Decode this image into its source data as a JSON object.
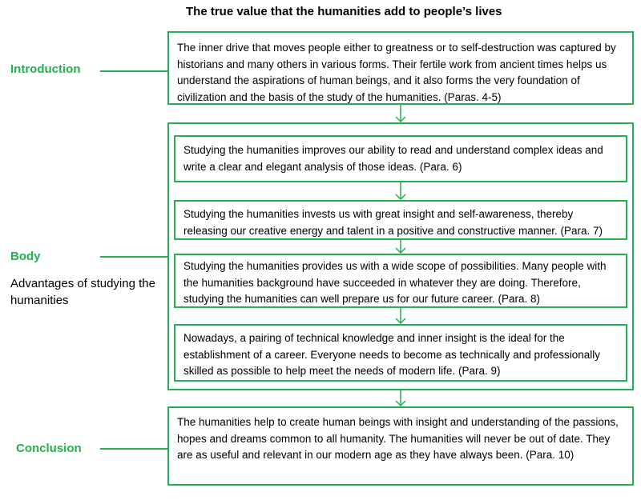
{
  "title": "The true value that the humanities add to people’s lives",
  "colors": {
    "accent": "#22b14c",
    "text": "#000000",
    "background": "#ffffff"
  },
  "sections": {
    "introduction": {
      "label": "Introduction"
    },
    "body": {
      "label": "Body",
      "sublabel": "Advantages of studying the humanities"
    },
    "conclusion": {
      "label": "Conclusion"
    }
  },
  "boxes": {
    "intro": "The inner drive that moves people either to greatness or to self-destruction was captured by historians and many others in various forms. Their fertile work from ancient times helps us understand the aspirations of human beings, and it also forms the very foundation of civilization and the basis of the study of the humanities. (Paras. 4-5)",
    "body": [
      "Studying the humanities improves our ability to read and understand complex ideas and write a clear and elegant analysis of those ideas. (Para. 6)",
      "Studying the humanities invests us with great insight and self-awareness, thereby releasing our creative energy and talent in a positive and constructive manner. (Para. 7)",
      "Studying the humanities provides us with a wide scope of possibilities. Many people with the humanities background have succeeded in whatever they are doing. Therefore, studying the humanities can well prepare us for our future career. (Para. 8)",
      "Nowadays, a pairing of technical knowledge and inner insight is the ideal for the establishment of a career. Everyone needs to become as technically and professionally skilled as possible to help meet the needs of modern life. (Para. 9)"
    ],
    "conclusion": "The humanities help to create human beings with insight and understanding of the passions, hopes and dreams common to all humanity. The humanities will never be out of date. They are as useful and relevant in our modern age as they have always been. (Para. 10)"
  }
}
